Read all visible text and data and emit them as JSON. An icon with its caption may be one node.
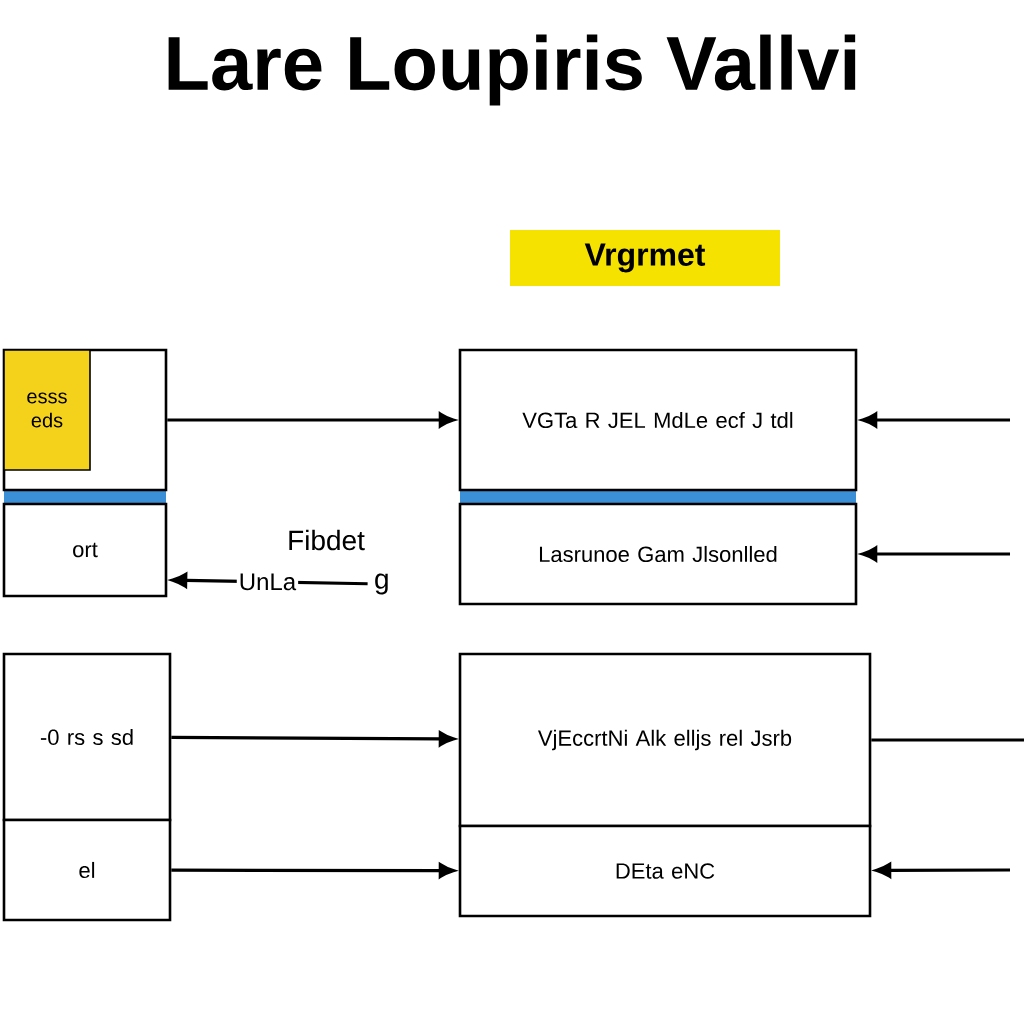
{
  "diagram": {
    "title": "Lare Loupiris Vallvi",
    "nodes": [
      {
        "text": [
          "Vrgrmet"
        ]
      },
      {
        "text": [],
        "shape": "box"
      },
      {
        "text": [
          "esss eds"
        ],
        "in": 1
      },
      {
        "text": [
          "ort"
        ]
      },
      {
        "text": [
          "VGTa R JEL MdLe ecf J tdl"
        ]
      },
      {
        "text": [
          "Lasrunoe Gam Jlsonlled"
        ]
      },
      {
        "text": [
          "-0 rs s sd"
        ]
      },
      {
        "text": [
          "el"
        ]
      },
      {
        "text": [
          "VjEccrtNi Alk elljs rel Jsrb"
        ]
      },
      {
        "text": [
          "DEta eNC"
        ]
      },
      {
        "text": [
          "g"
        ]
      }
    ],
    "edges": [
      {
        "from": 1,
        "to": 4,
        "arrow": "to"
      },
      {
        "from": null,
        "to": 4,
        "arrow": "to"
      },
      {
        "from": null,
        "to": 5,
        "arrow": "to"
      },
      {
        "from": 6,
        "to": 8,
        "arrow": "to"
      },
      {
        "from": 7,
        "to": 9,
        "arrow": "to"
      },
      {
        "from": 8,
        "to": null,
        "arrow": "none"
      },
      {
        "from": null,
        "to": 9,
        "arrow": "to"
      },
      {
        "from": 10,
        "to": 3,
        "arrow": "to",
        "label": "UnLa"
      }
    ],
    "labels": [
      "Fibdet"
    ]
  }
}
